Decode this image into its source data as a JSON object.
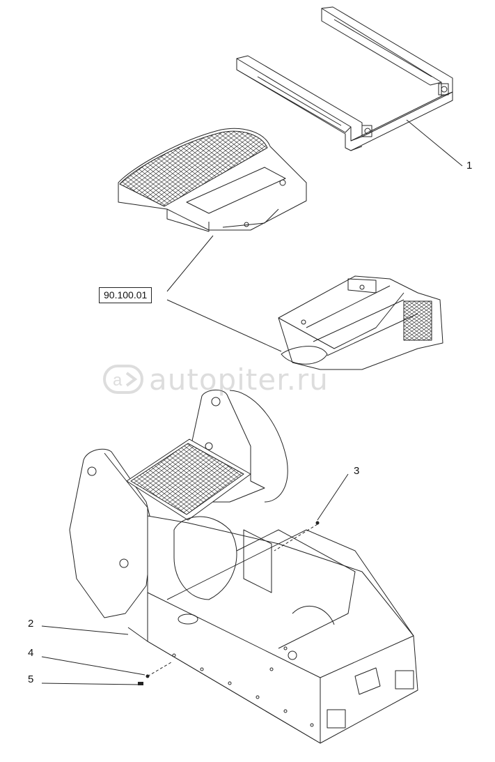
{
  "callouts": {
    "c1": "1",
    "c2": "2",
    "c3": "3",
    "c4": "4",
    "c5": "5"
  },
  "reference": "90.100.01",
  "watermark": {
    "text": "autopiter.ru",
    "icon": "autopiter-logo-icon"
  },
  "colors": {
    "line": "#222222",
    "watermark": "#9a9a9a"
  }
}
